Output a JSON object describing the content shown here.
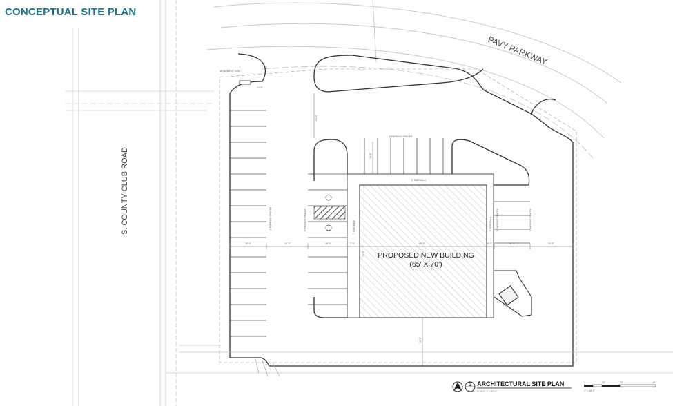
{
  "title": "CONCEPTUAL SITE PLAN",
  "roads": {
    "parkway": "PAVY PARKWAY",
    "side": "S. COUNTY CLUB ROAD"
  },
  "building": {
    "label": "PROPOSED NEW BUILDING",
    "size": "(65' X 70')"
  },
  "labels": {
    "monument_sign": "MONUMENT SIGN",
    "parking_top": "8 PARKING SPACES",
    "parking_left": "10 PARKING SPACES",
    "parking_mid": "8 PARKING SPACES",
    "parking_right_a": "6 PARKING SPACES",
    "parking_right_b": "5 PARKING SPACES",
    "sidewalk_top": "5' SIDEWALK",
    "sidewalk_left": "7' SIDEWALK",
    "sidewalk_right": "5' SIDEWALK"
  },
  "dims": {
    "d18a": "18'-0\"",
    "d24a": "24'-0\"",
    "d18b": "18'-0\"",
    "d7": "7'-0\"",
    "d65": "65'-0\"",
    "d5": "5'-0\"",
    "d18c": "18'-0\"",
    "d24b": "24'-0\"",
    "d24top": "24'-0\"",
    "d24vert": "24'-0\"",
    "d18vert": "18'-0\"",
    "d24low": "24'-0\"",
    "d70": "70'-0\""
  },
  "footer": {
    "number": "1",
    "plan_title": "ARCHITECTURAL SITE PLAN",
    "scale": "SCALE: 1\" = 10'-0\"",
    "bar_zero": "0",
    "bar_10": "10'",
    "bar_20": "20'",
    "bar_40": "40'",
    "bar_note": "1\" = 10'-0\""
  }
}
